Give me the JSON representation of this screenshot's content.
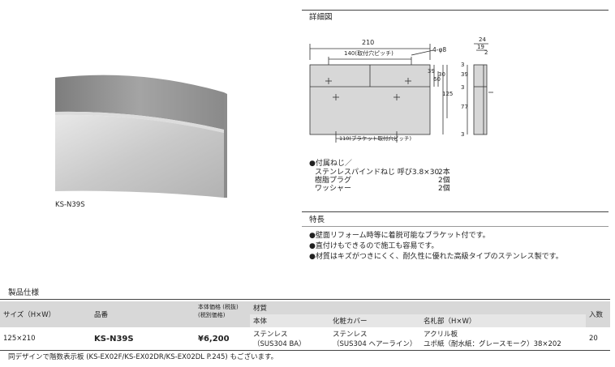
{
  "product_image": {
    "caption": "KS-N39S"
  },
  "detail": {
    "title": "詳細図",
    "dims": {
      "w210": "210",
      "w140": "140(取付穴ピッチ)",
      "hole": "4-φ8",
      "w110": "110(ブラケット取付穴ピッチ)",
      "h39": "39",
      "h60": "60",
      "h125": "125",
      "h30": "30",
      "side24": "24",
      "side19": "19",
      "side2": "2",
      "side3a": "3",
      "side39": "39",
      "side3b": "3",
      "side77": "77",
      "side3c": "3"
    },
    "accessories": [
      {
        "name": "●付属ねじ／",
        "qty": ""
      },
      {
        "name": "ステンレスパインドねじ 呼び3.8×30",
        "qty": "2本"
      },
      {
        "name": "樹脂プラグ",
        "qty": "2個"
      },
      {
        "name": "ワッシャー",
        "qty": "2個"
      }
    ]
  },
  "features": {
    "title": "特長",
    "items": [
      "●壁面リフォーム時等に着脱可能なブラケット付です。",
      "●直付けもできるので施工も容易です。",
      "●材質はキズがつきにくく、耐久性に優れた高級タイプのステンレス製です。"
    ]
  },
  "spec": {
    "title": "製品仕様",
    "headers": {
      "size": "サイズ（H×W）",
      "code": "品番",
      "price": "本体価格 (税抜)\n(税別価格)",
      "material": "材質",
      "body": "本体",
      "cover": "化粧カバー",
      "nameplate": "名札部（H×W）",
      "qty": "入数"
    },
    "row": {
      "size": "125×210",
      "code": "KS-N39S",
      "price": "¥6,200",
      "body": "ステンレス\n（SUS304 BA）",
      "cover": "ステンレス\n（SUS304 ヘアーライン）",
      "nameplate": "アクリル板\nユポ紙（耐水紙：グレースモーク）38×202",
      "qty": "20"
    },
    "note": "同デザインで階数表示板 (KS-EX02F/KS-EX02DR/KS-EX02DL P.245) もございます。"
  }
}
